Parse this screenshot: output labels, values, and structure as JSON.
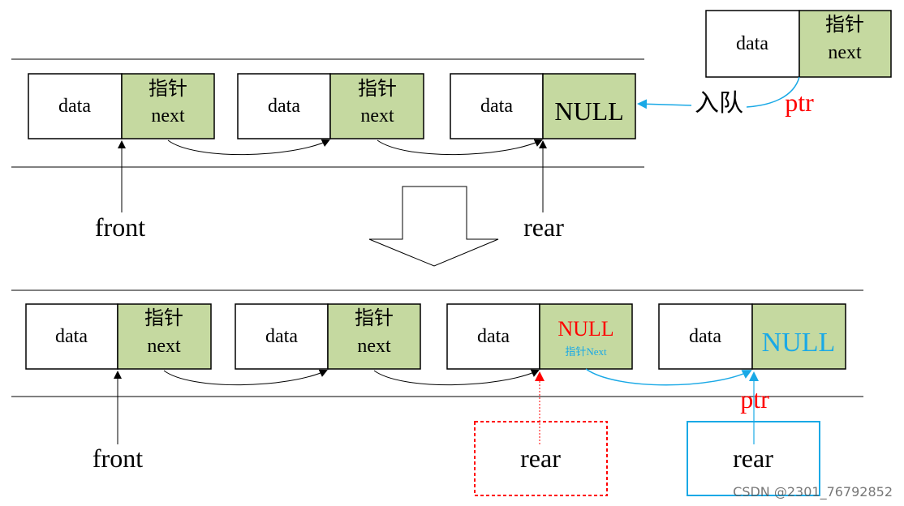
{
  "labels": {
    "data": "data",
    "pointer": "指针",
    "next": "next",
    "null": "NULL",
    "pointer_next": "指针Next",
    "enqueue": "入队",
    "ptr": "ptr",
    "front": "front",
    "rear": "rear"
  },
  "watermark": "CSDN @2301_76792852",
  "colors": {
    "node_fill": "#c5d9a0",
    "outline": "#000000",
    "highlight_blue": "#1aa9e6",
    "highlight_red": "#ff0000"
  }
}
